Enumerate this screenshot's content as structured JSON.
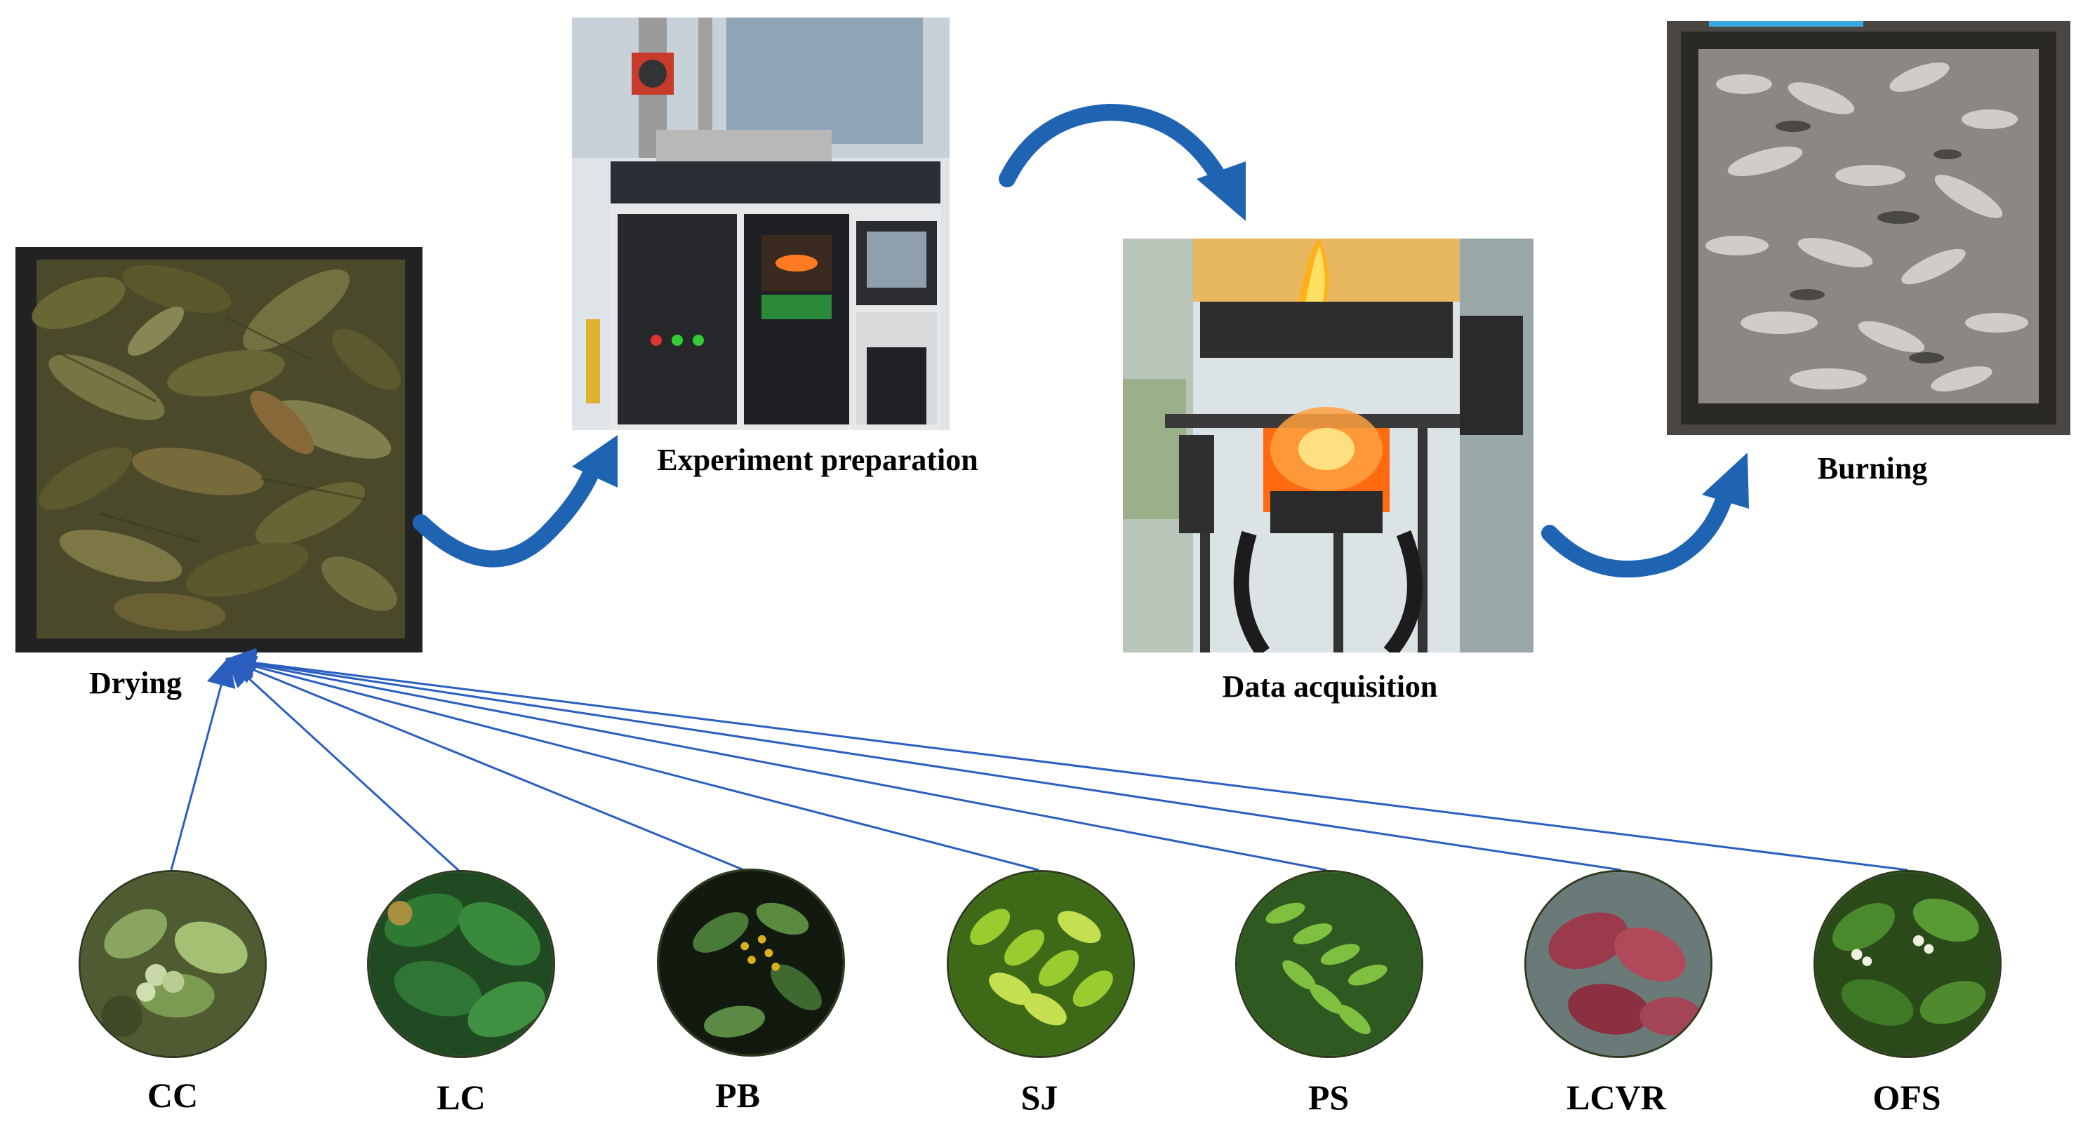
{
  "stages": {
    "drying": "Drying",
    "preparation": "Experiment preparation",
    "acquisition": "Data acquisition",
    "burning": "Burning"
  },
  "species": [
    {
      "id": "cc",
      "label": "CC"
    },
    {
      "id": "lc",
      "label": "LC"
    },
    {
      "id": "pb",
      "label": "PB"
    },
    {
      "id": "sj",
      "label": "SJ"
    },
    {
      "id": "ps",
      "label": "PS"
    },
    {
      "id": "lcvr",
      "label": "LCVR"
    },
    {
      "id": "ofs",
      "label": "OFS"
    }
  ],
  "colors": {
    "arrow_blue": "#1f64b3",
    "line_blue": "#2a5fbf"
  }
}
